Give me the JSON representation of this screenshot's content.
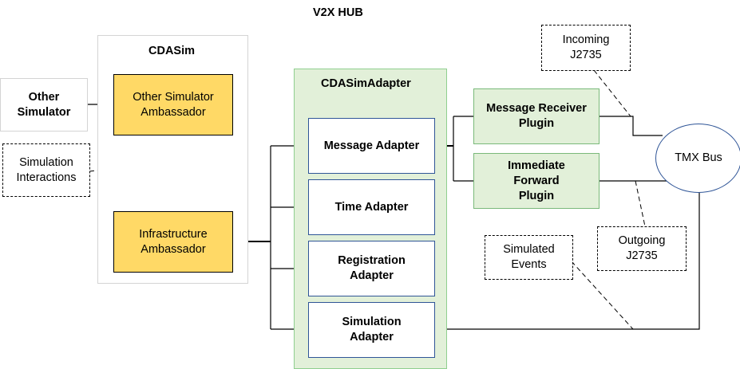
{
  "title": "V2X HUB",
  "cdasim": {
    "label": "CDASim",
    "other_simulator_ambassador": "Other Simulator\nAmbassador",
    "infrastructure_ambassador": "Infrastructure\nAmbassador"
  },
  "other_simulator": "Other\nSimulator",
  "simulation_interactions": "Simulation\nInteractions",
  "adapter": {
    "label": "CDASimAdapter",
    "message_adapter": "Message Adapter",
    "time_adapter": "Time Adapter",
    "registration_adapter": "Registration\nAdapter",
    "simulation_adapter": "Simulation\nAdapter"
  },
  "plugins": {
    "message_receiver": "Message Receiver\nPlugin",
    "immediate_forward": "Immediate\nForward\nPlugin"
  },
  "tmx_bus": "TMX Bus",
  "incoming": "Incoming\nJ2735",
  "outgoing": "Outgoing\nJ2735",
  "simulated_events": "Simulated\nEvents"
}
